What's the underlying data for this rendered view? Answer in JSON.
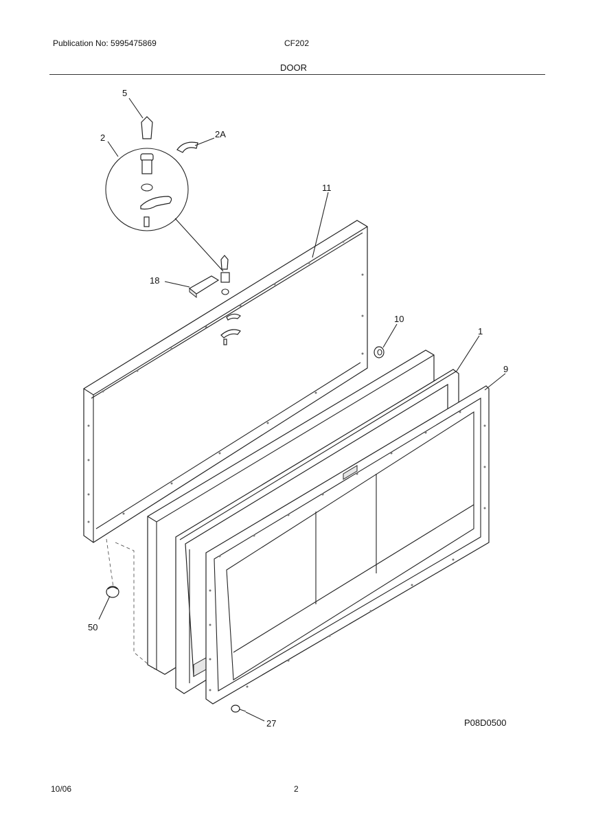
{
  "header": {
    "publication": "Publication No: 5995475869",
    "model": "CF202",
    "section_title": "DOOR"
  },
  "callouts": {
    "c5": "5",
    "c2": "2",
    "c2a": "2A",
    "c11": "11",
    "c18": "18",
    "c10": "10",
    "c1": "1",
    "c9": "9",
    "c50": "50",
    "c27": "27"
  },
  "figure_code": "P08D0500",
  "footer": {
    "date": "10/06",
    "page": "2"
  }
}
